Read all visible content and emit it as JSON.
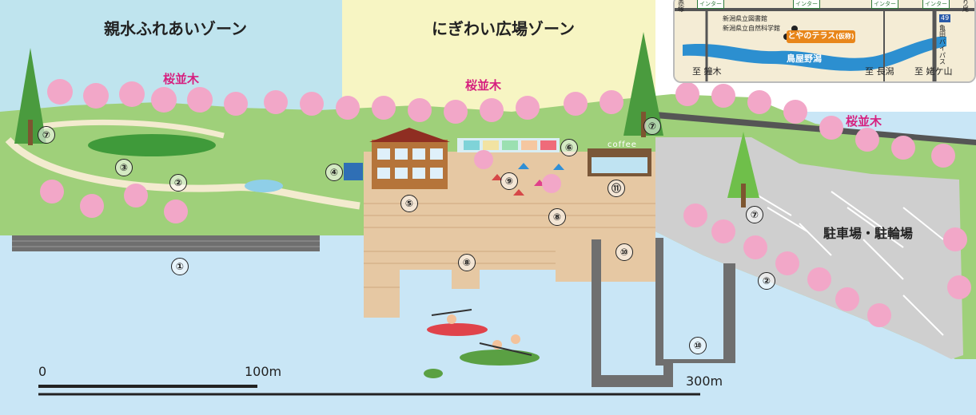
{
  "zones": {
    "left": "親水ふれあいゾーン",
    "center": "にぎわい広場ゾーン"
  },
  "cherry_rows": {
    "left": "桜並木",
    "center": "桜並木",
    "right": "桜並木"
  },
  "facility_numbers": {
    "n1": "①",
    "n2a": "②",
    "n2b": "②",
    "n3": "③",
    "n4": "④",
    "n5": "⑤",
    "n6": "⑥",
    "n7a": "⑦",
    "n7b": "⑦",
    "n7c": "⑦",
    "n8a": "⑧",
    "n8b": "⑧",
    "n9": "⑨",
    "n10a": "⑩",
    "n10b": "⑩",
    "n11": "⑪"
  },
  "parking": {
    "label": "駐車場・駐輪場"
  },
  "building": {
    "coffee_sign": "coffee"
  },
  "scale_bar": {
    "start": "0",
    "mark_100": "100m",
    "mark_300": "300m"
  },
  "inset_map": {
    "highlight": "とやのテラス",
    "highlight_note": "(仮称)",
    "library": "新潟県立図書館",
    "museum": "新潟県立自然科学館",
    "lake": "鳥屋野潟",
    "to_kamedagi": "至 鐘木",
    "to_nagata": "至 長潟",
    "to_ogayama": "至 姥ケ山",
    "bypass_label": "亀田バイパス",
    "route_number": "49",
    "interchanges": [
      "インター",
      "インター",
      "インター",
      "インター"
    ],
    "edge_left": "赤塚",
    "edge_right": "り尾"
  },
  "colors": {
    "water": "#c9e6f6",
    "lawn": "#9fd07a",
    "zone_left": "#bfe4ee",
    "zone_center": "#f7f5c3",
    "deck": "#e6c8a3",
    "parking": "#cfcfcf",
    "sakura": "#d6207f"
  }
}
